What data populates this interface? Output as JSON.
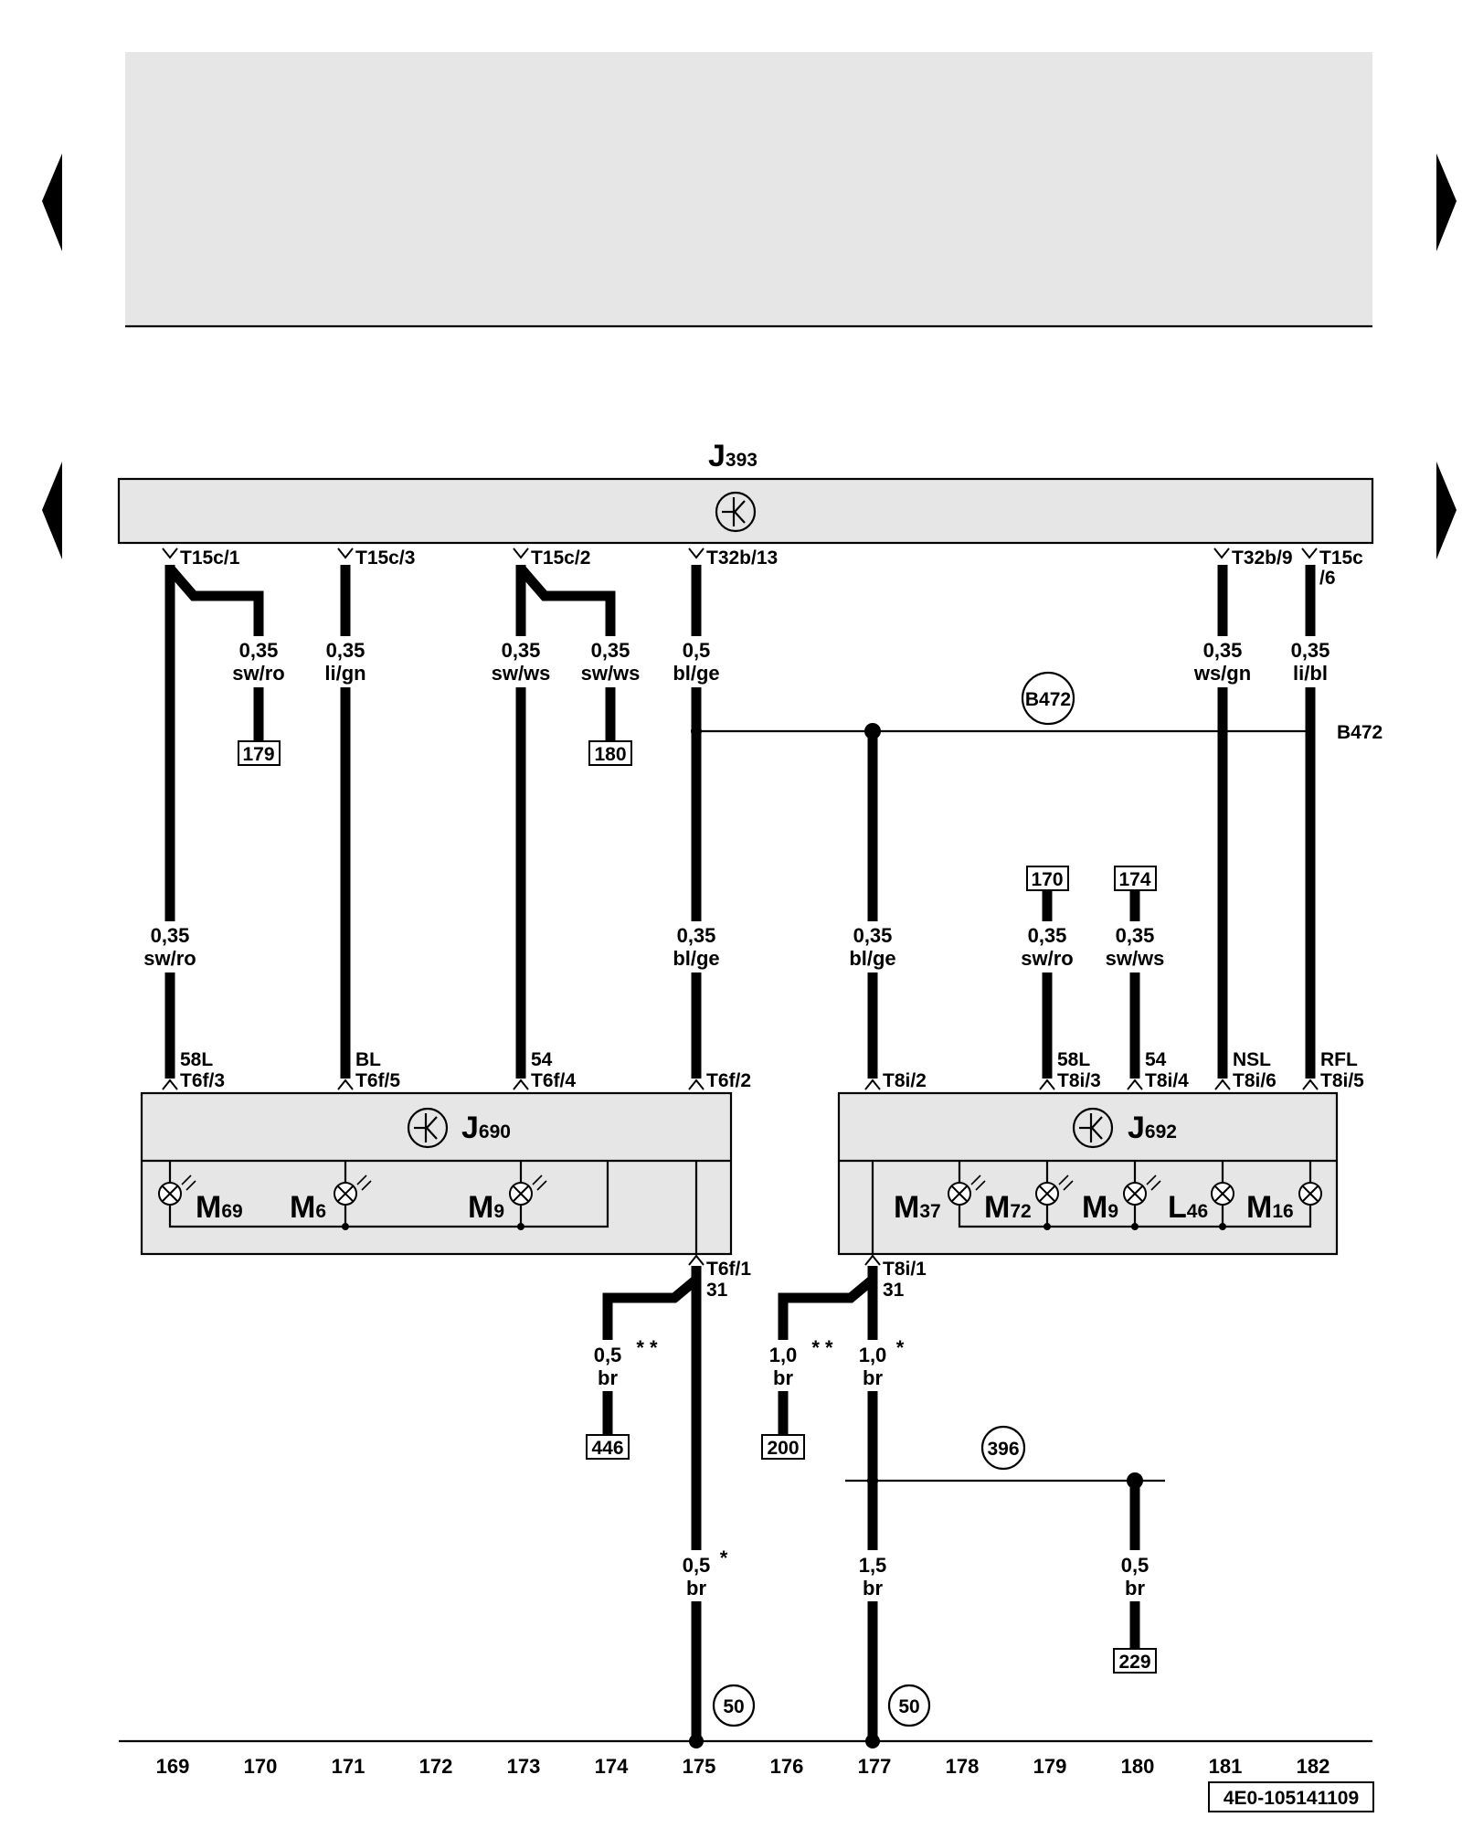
{
  "nav": {
    "prev_label": "previous page",
    "next_label": "next page"
  },
  "component_top": {
    "name": "J",
    "number": "393"
  },
  "component_left": {
    "name": "J",
    "number": "690"
  },
  "component_right": {
    "name": "J",
    "number": "692"
  },
  "pins_top": [
    "T15c/1",
    "T15c/3",
    "T15c/2",
    "T32b/13",
    "T32b/9",
    "T15c",
    "/6"
  ],
  "wires_upper": [
    {
      "size": "0,35",
      "color": "sw/ro"
    },
    {
      "size": "0,35",
      "color": "li/gn"
    },
    {
      "size": "0,35",
      "color": "sw/ws"
    },
    {
      "size": "0,35",
      "color": "sw/ws"
    },
    {
      "size": "0,5",
      "color": "bl/ge"
    },
    {
      "size": "0,35",
      "color": "ws/gn"
    },
    {
      "size": "0,35",
      "color": "li/bl"
    },
    {
      "size": "0,35",
      "color": "sw/ro"
    }
  ],
  "wires_mid": [
    {
      "size": "0,35",
      "color": "sw/ro"
    },
    {
      "size": "0,35",
      "color": "bl/ge"
    },
    {
      "size": "0,35",
      "color": "bl/ge"
    },
    {
      "size": "0,35",
      "color": "sw/ro"
    },
    {
      "size": "0,35",
      "color": "sw/ws"
    }
  ],
  "refs": [
    "179",
    "180",
    "170",
    "174",
    "446",
    "200",
    "229"
  ],
  "bus": {
    "circle": "B472",
    "label": "B472"
  },
  "pins_left_top": [
    {
      "func": "58L",
      "pin": "T6f/3"
    },
    {
      "func": "BL",
      "pin": "T6f/5"
    },
    {
      "func": "54",
      "pin": "T6f/4"
    },
    {
      "func": "",
      "pin": "T6f/2"
    }
  ],
  "pins_right_top": [
    {
      "func": "",
      "pin": "T8i/2"
    },
    {
      "func": "58L",
      "pin": "T8i/3"
    },
    {
      "func": "54",
      "pin": "T8i/4"
    },
    {
      "func": "NSL",
      "pin": "T8i/6"
    },
    {
      "func": "RFL",
      "pin": "T8i/5"
    }
  ],
  "lamps_left": [
    {
      "name": "M",
      "number": "69"
    },
    {
      "name": "M",
      "number": "6"
    },
    {
      "name": "M",
      "number": "9"
    }
  ],
  "lamps_right": [
    {
      "name": "M",
      "number": "37"
    },
    {
      "name": "M",
      "number": "72"
    },
    {
      "name": "M",
      "number": "9"
    },
    {
      "name": "L",
      "number": "46"
    },
    {
      "name": "M",
      "number": "16"
    }
  ],
  "ground_pins": [
    {
      "pin": "T6f/1",
      "func": "31"
    },
    {
      "pin": "T8i/1",
      "func": "31"
    }
  ],
  "wires_lower": [
    {
      "size": "0,5",
      "mark": "* *",
      "color": "br"
    },
    {
      "size": "1,0",
      "mark": "* *",
      "color": "br"
    },
    {
      "size": "1,0",
      "mark": "*",
      "color": "br"
    },
    {
      "size": "0,5",
      "mark": "*",
      "color": "br"
    },
    {
      "size": "1,5",
      "mark": "",
      "color": "br"
    },
    {
      "size": "0,5",
      "mark": "",
      "color": "br"
    }
  ],
  "ground_points": [
    "50",
    "50",
    "396"
  ],
  "tracks": [
    "169",
    "170",
    "171",
    "172",
    "173",
    "174",
    "175",
    "176",
    "177",
    "178",
    "179",
    "180",
    "181",
    "182"
  ],
  "doc_id": "4E0-105141109"
}
